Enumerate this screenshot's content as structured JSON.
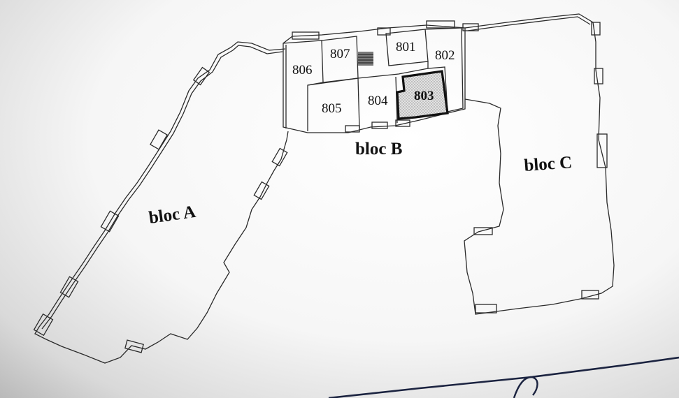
{
  "plan": {
    "blocs": {
      "a": "bloc A",
      "b": "bloc B",
      "c": "bloc C"
    },
    "units": {
      "u801": "801",
      "u802": "802",
      "u803": "803",
      "u804": "804",
      "u805": "805",
      "u806": "806",
      "u807": "807"
    },
    "highlighted_unit": "803",
    "colors": {
      "ink": "#111111",
      "highlight_fill": "#cfcfcf",
      "signature_ink": "#1b2340"
    }
  }
}
